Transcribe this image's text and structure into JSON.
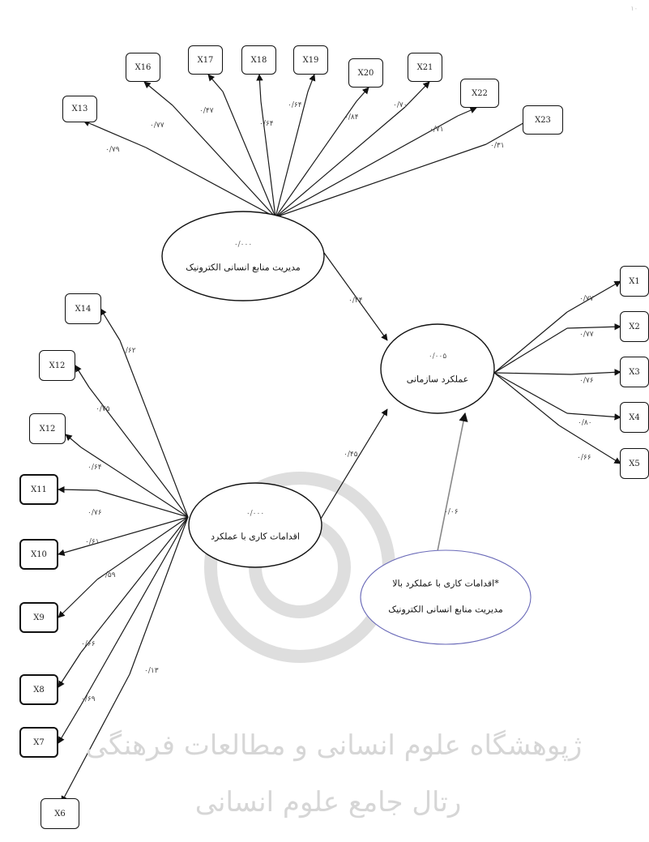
{
  "corner_mark": "۱۰",
  "latent": {
    "ehrm": {
      "title": "مدیریت منابع انسانی الکترونیک",
      "value": "۰/۰۰۰"
    },
    "hpwp": {
      "title": "اقدامات کاری با عملکرد",
      "value": "۰/۰۰۰"
    },
    "perf": {
      "title": "عملکرد سازمانی",
      "value": "۰/۰۰۵"
    },
    "interaction": {
      "line1": "اقدامات کاری با عملکرد بالا*",
      "line2": "مدیریت منابع انسانی الکترونیک"
    }
  },
  "ehrm_indicators": [
    {
      "label": "X13",
      "coef": "۰/۷۹"
    },
    {
      "label": "X16",
      "coef": "۰/۷۷"
    },
    {
      "label": "X17",
      "coef": "۰/۴۷"
    },
    {
      "label": "X18",
      "coef": "۰/۶۴"
    },
    {
      "label": "X19",
      "coef": "۰/۶۴"
    },
    {
      "label": "X20",
      "coef": "۰/۸۴"
    },
    {
      "label": "X21",
      "coef": "۰/۷۰"
    },
    {
      "label": "X22",
      "coef": "۰/۷۱"
    },
    {
      "label": "X23",
      "coef": "۰/۳۱"
    }
  ],
  "hpwp_indicators": [
    {
      "label": "X14",
      "coef": "۰/۶۲"
    },
    {
      "label": "X12",
      "coef": "۰/۷۵"
    },
    {
      "label": "X12",
      "coef": "۰/۶۴"
    },
    {
      "label": "X11",
      "coef": "۰/۷۶"
    },
    {
      "label": "X10",
      "coef": "۰/۶۱"
    },
    {
      "label": "X9",
      "coef": "۰/۵۹"
    },
    {
      "label": "X8",
      "coef": "۰/۶۶"
    },
    {
      "label": "X7",
      "coef": "۰/۶۹"
    },
    {
      "label": "X6",
      "coef": "۰/۱۳"
    }
  ],
  "perf_indicators": [
    {
      "label": "X1",
      "coef": "۰/۷۷"
    },
    {
      "label": "X2",
      "coef": "۰/۷۷"
    },
    {
      "label": "X3",
      "coef": "۰/۷۶"
    },
    {
      "label": "X4",
      "coef": "۰/۸۰"
    },
    {
      "label": "X5",
      "coef": "۰/۶۶"
    }
  ],
  "paths": {
    "ehrm_to_perf": "۰/۴۴",
    "hpwp_to_perf": "۰/۴۵",
    "interaction_to_perf": "۰/۰۶"
  },
  "watermark": {
    "line1": "ژپوهشگاه علوم انسانی و مطالعات فرهنگی",
    "line2": "رتال جامع علوم انسانی"
  },
  "colors": {
    "line": "#1a1a1a",
    "interaction_border": "#6a6ab8",
    "watermark": "#dadada"
  }
}
